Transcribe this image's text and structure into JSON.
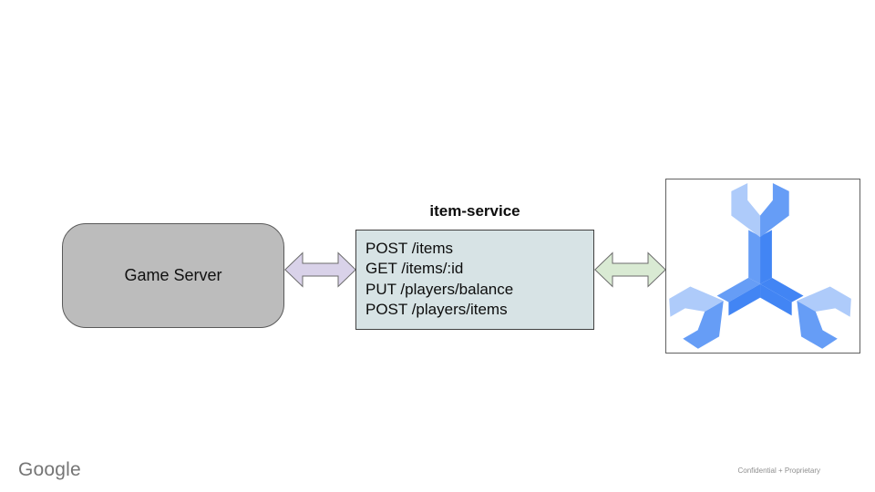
{
  "diagram": {
    "game_server": {
      "label": "Game Server"
    },
    "service": {
      "title": "item-service",
      "endpoints": [
        "POST /items",
        "GET /items/:id",
        "PUT /players/balance",
        "POST /players/items"
      ]
    },
    "arrows": {
      "left_type": "bidirectional",
      "right_type": "bidirectional"
    },
    "icons": {
      "database": "cloud-spanner-icon"
    },
    "colors": {
      "game_server_fill": "#bcbcbc",
      "service_fill": "#d7e3e5",
      "arrow_left_fill": "#d9d2e9",
      "arrow_right_fill": "#d9ead3",
      "icon_blue_light": "#aecbfa",
      "icon_blue_medium": "#669df6",
      "icon_blue_dark": "#4285f4"
    }
  },
  "footer": {
    "logo": "Google",
    "note": "Confidential + Proprietary"
  }
}
